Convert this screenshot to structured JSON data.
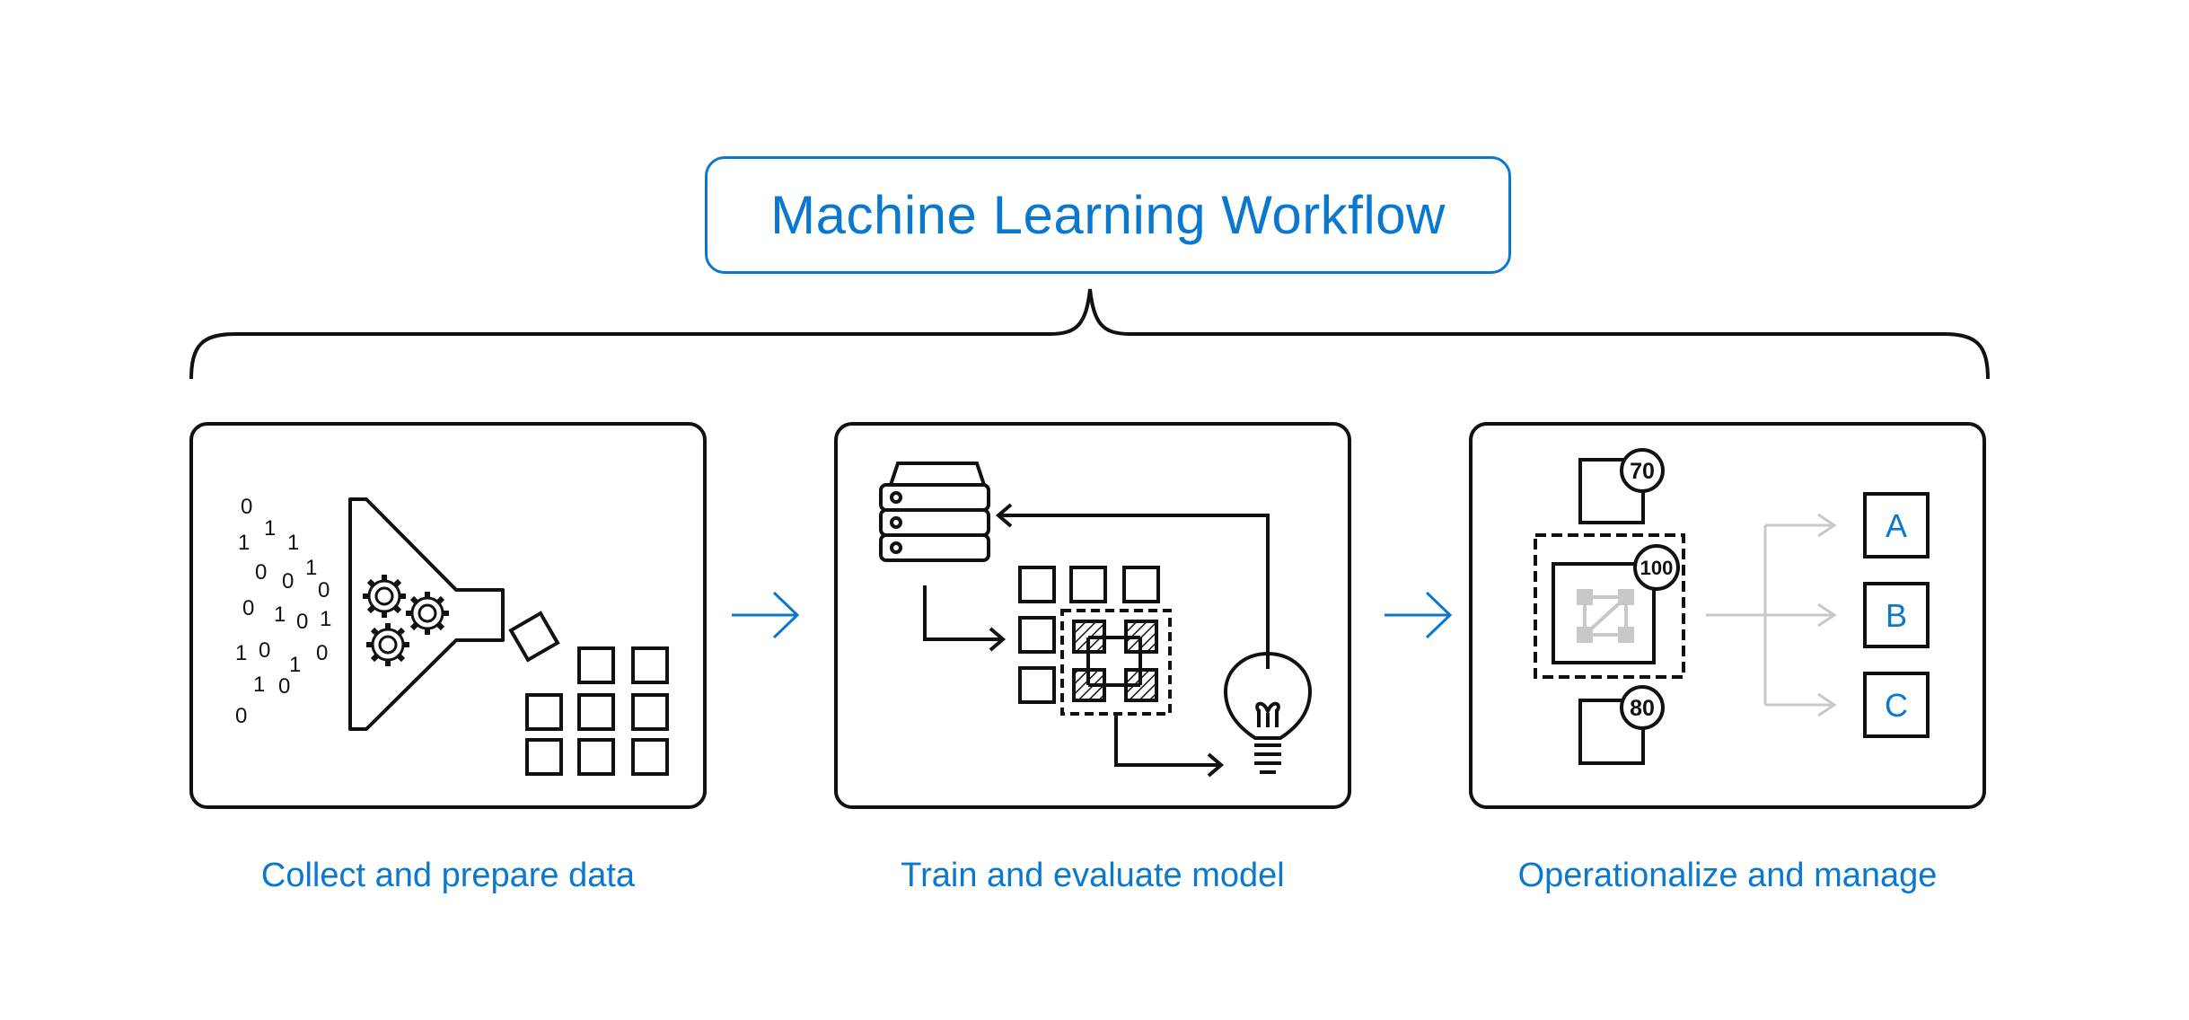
{
  "title": "Machine Learning Workflow",
  "accent_color": "#0b78d0",
  "stroke_color": "#111111",
  "muted_color": "#c8c8c8",
  "stages": [
    {
      "label": "Collect and prepare data",
      "icons": [
        "binary-digits",
        "funnel-icon",
        "gear-icon",
        "data-grid-icon"
      ]
    },
    {
      "label": "Train and evaluate model",
      "icons": [
        "server-stack-icon",
        "data-grid-icon",
        "model-grid-icon",
        "lightbulb-icon"
      ]
    },
    {
      "label": "Operationalize and manage",
      "icons": [
        "model-version-icon",
        "deployment-icon",
        "branch-arrows-icon"
      ]
    }
  ],
  "binary_digits": [
    "0",
    "1",
    "1",
    "1",
    "0",
    "0",
    "1",
    "0",
    "0",
    "1",
    "0",
    "1",
    "1",
    "0",
    "1",
    "0",
    "1",
    "0",
    "0"
  ],
  "model_badges": {
    "top": "70",
    "center": "100",
    "bottom": "80"
  },
  "endpoints": [
    "A",
    "B",
    "C"
  ]
}
